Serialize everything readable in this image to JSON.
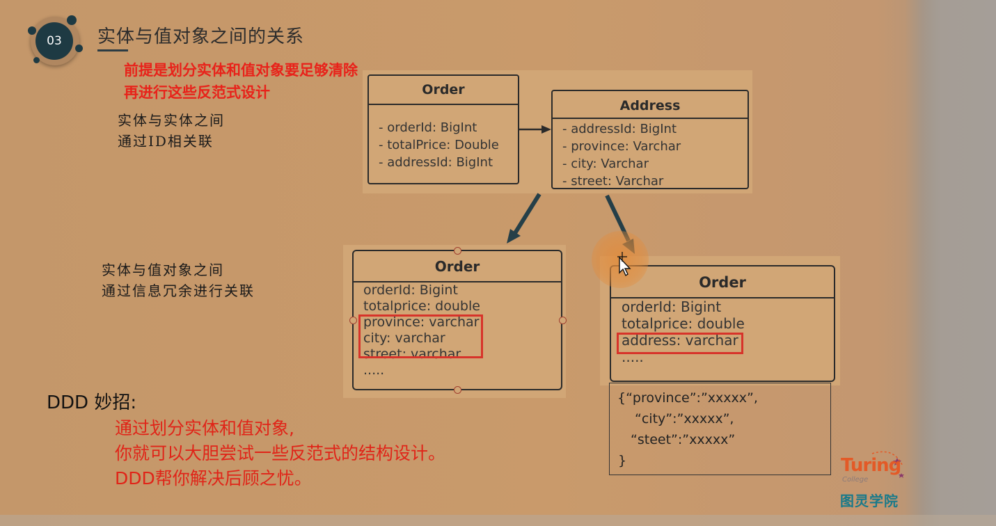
{
  "slide": {
    "number": "03",
    "title": "实体与值对象之间的关系",
    "premise_lines": [
      "前提是划分实体和值对象要足够清除",
      "再进行这些反范式设计"
    ],
    "entity_note_lines": [
      "实体与实体之间",
      "通过ID相关联"
    ],
    "value_note_lines": [
      "实体与值对象之间",
      "通过信息冗余进行关联"
    ]
  },
  "diagram": {
    "order_entity": {
      "title": "Order",
      "fields": [
        "- orderId: BigInt",
        "- totalPrice: Double",
        "- addressId: BigInt"
      ]
    },
    "address_entity": {
      "title": "Address",
      "fields": [
        "- addressId: BigInt",
        "- province: Varchar",
        "- city: Varchar",
        "- street: Varchar"
      ]
    },
    "order_flat": {
      "title": "Order",
      "fields": [
        "orderId: Bigint",
        "totalprice: double",
        "province: varchar",
        "city: varchar",
        "street: varchar",
        "....."
      ]
    },
    "order_json": {
      "title": "Order",
      "fields": [
        "orderId: Bigint",
        "totalprice: double",
        "address: varchar",
        "....."
      ]
    },
    "json_example": [
      "{“province”:”xxxxx”,",
      "“city”:”xxxxx”,",
      "“steet”:”xxxxx”",
      "}"
    ]
  },
  "ddd": {
    "label": "DDD 妙招:",
    "lines": [
      "通过划分实体和值对象,",
      "你就可以大胆尝试一些反范式的结构设计。",
      "DDD帮你解决后顾之忧。"
    ]
  },
  "logo": {
    "brand": "Turing",
    "sub": "College",
    "cn": "图灵学院"
  },
  "colors": {
    "accent_red": "#e8221a",
    "highlight_red": "#d7332a",
    "badge_dark": "#1e3a43",
    "background": "#c99a6b",
    "logo_orange": "#e35a27",
    "logo_teal": "#1a7a8a"
  },
  "icons": [
    "move-cursor-icon",
    "arrow-right-icon",
    "arrow-down-left-icon",
    "arrow-down-right-icon"
  ]
}
